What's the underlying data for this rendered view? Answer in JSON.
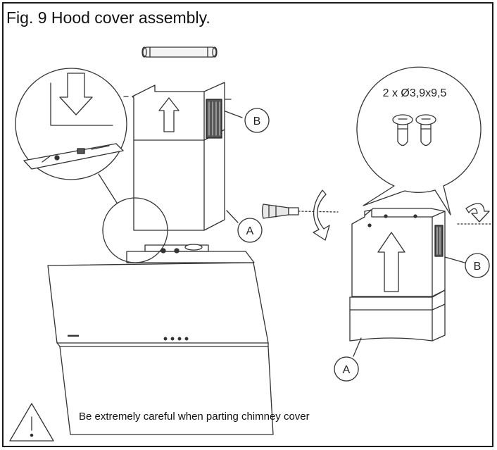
{
  "figure": {
    "title": "Fig. 9 Hood cover assembly."
  },
  "labels": {
    "callout_a": "A",
    "callout_b": "B",
    "screw_spec": "2 x Ø3,9x9,5"
  },
  "warning": {
    "text": "Be extremely careful when parting chimney cover",
    "icon": "warning-triangle-icon"
  },
  "colors": {
    "line": "#333333",
    "frame": "#1a1a1a",
    "light_line": "#777777"
  }
}
